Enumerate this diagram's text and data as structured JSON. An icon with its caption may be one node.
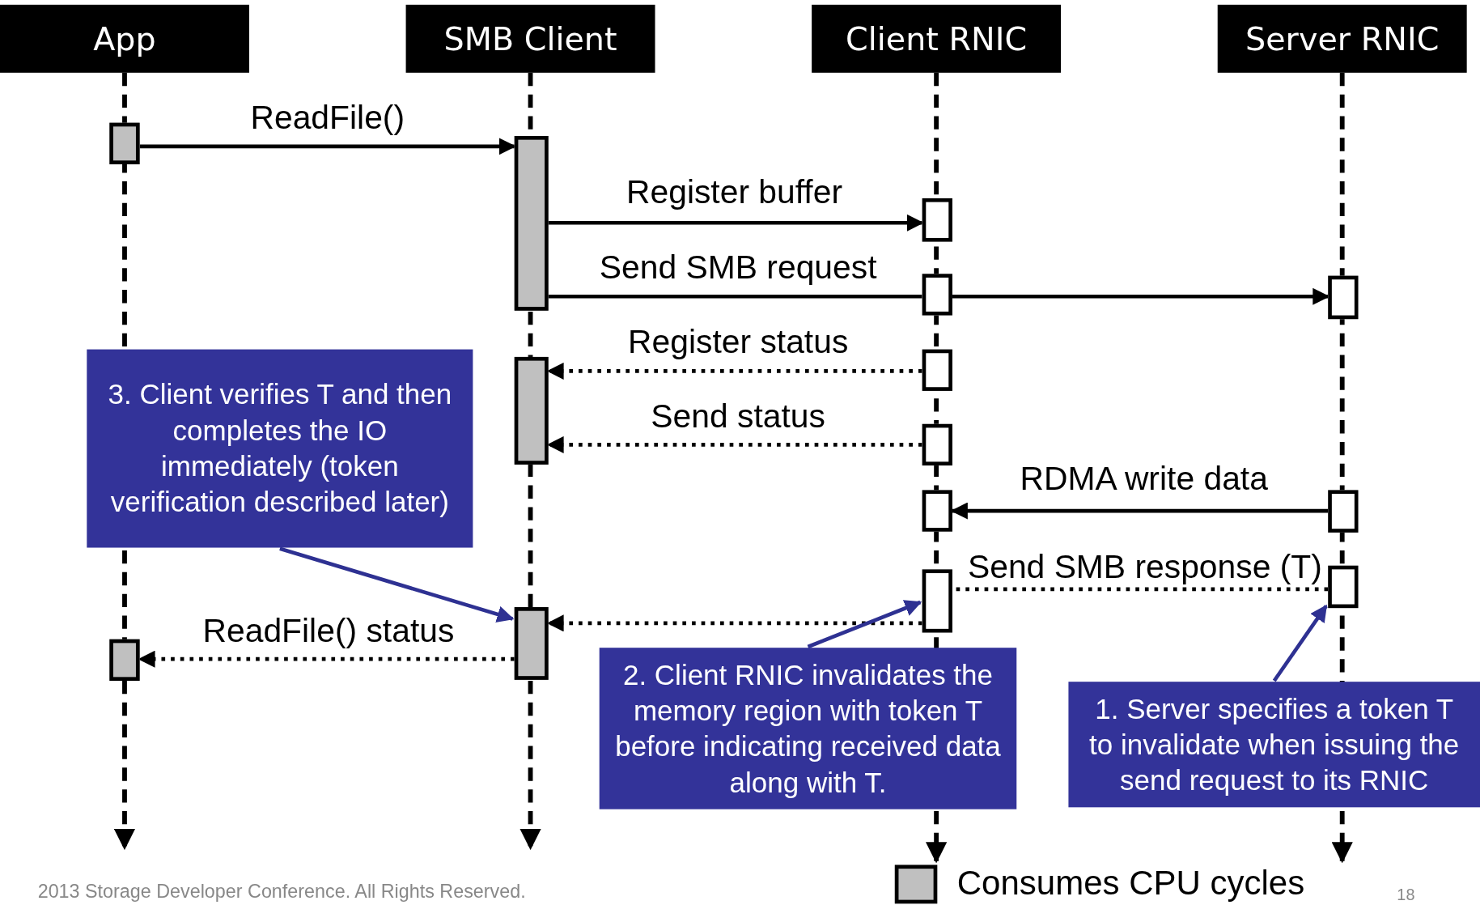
{
  "diagram": {
    "nodes": [
      {
        "text": [
          "App"
        ]
      },
      {
        "text": [
          "SMB Client"
        ]
      },
      {
        "text": [
          "Client RNIC"
        ]
      },
      {
        "text": [
          "Server RNIC"
        ]
      },
      {
        "text": [],
        "shape": "bar"
      },
      {
        "text": [],
        "shape": "bar"
      },
      {
        "text": [],
        "shape": "bar"
      },
      {
        "text": [],
        "shape": "bar"
      },
      {
        "text": [],
        "shape": "bar"
      },
      {
        "text": [],
        "shape": "bar"
      },
      {
        "text": [],
        "shape": "bar"
      },
      {
        "text": [],
        "shape": "bar"
      },
      {
        "text": [],
        "shape": "bar"
      },
      {
        "text": [],
        "shape": "bar"
      },
      {
        "text": [],
        "shape": "bar"
      },
      {
        "text": [],
        "shape": "bar"
      },
      {
        "text": [],
        "shape": "bar"
      },
      {
        "text": [],
        "shape": "bar"
      },
      {
        "text": [
          "3. Client verifies T and then completes the IO immediately (token verification described later)"
        ]
      },
      {
        "text": [
          "2. Client RNIC invalidates the memory region with token T before indicating received data along with T."
        ]
      },
      {
        "text": [
          "1. Server specifies a token T to invalidate when issuing the send request to its RNIC"
        ]
      }
    ],
    "edges": [
      {
        "from": 0,
        "to": null,
        "arrow": "to",
        "style": "dashed"
      },
      {
        "from": 1,
        "to": null,
        "arrow": "to",
        "style": "dashed"
      },
      {
        "from": 2,
        "to": null,
        "arrow": "to",
        "style": "dashed"
      },
      {
        "from": 3,
        "to": null,
        "arrow": "to",
        "style": "dashed"
      },
      {
        "from": 4,
        "to": 6,
        "arrow": "to",
        "label": "ReadFile()"
      },
      {
        "from": 6,
        "to": 9,
        "arrow": "to",
        "label": "Register buffer"
      },
      {
        "from": 6,
        "to": 10,
        "arrow": "none",
        "label": "Send SMB request"
      },
      {
        "from": 10,
        "to": 15,
        "arrow": "to"
      },
      {
        "from": 11,
        "to": 7,
        "arrow": "to",
        "label": "Register status",
        "style": "dashed"
      },
      {
        "from": 12,
        "to": 7,
        "arrow": "to",
        "label": "Send status",
        "style": "dashed"
      },
      {
        "from": 16,
        "to": 13,
        "arrow": "to",
        "label": "RDMA write data"
      },
      {
        "from": 17,
        "to": 14,
        "arrow": "none",
        "label": "Send SMB response (T)",
        "style": "dashed"
      },
      {
        "from": 14,
        "to": 8,
        "arrow": "to",
        "style": "dashed"
      },
      {
        "from": 8,
        "to": 5,
        "arrow": "to",
        "label": "ReadFile() status",
        "style": "dashed"
      },
      {
        "from": 18,
        "to": 8,
        "arrow": "to",
        "color": "#2e3192"
      },
      {
        "from": 19,
        "to": 14,
        "arrow": "to",
        "color": "#2e3192"
      },
      {
        "from": 20,
        "to": 17,
        "arrow": "to",
        "color": "#2e3192"
      }
    ],
    "labels": [
      "2013 Storage Developer Conference. All Rights Reserved.",
      "18"
    ],
    "legend": [
      {
        "text": "Consumes CPU cycles",
        "color": "#c0c0c0"
      }
    ]
  }
}
